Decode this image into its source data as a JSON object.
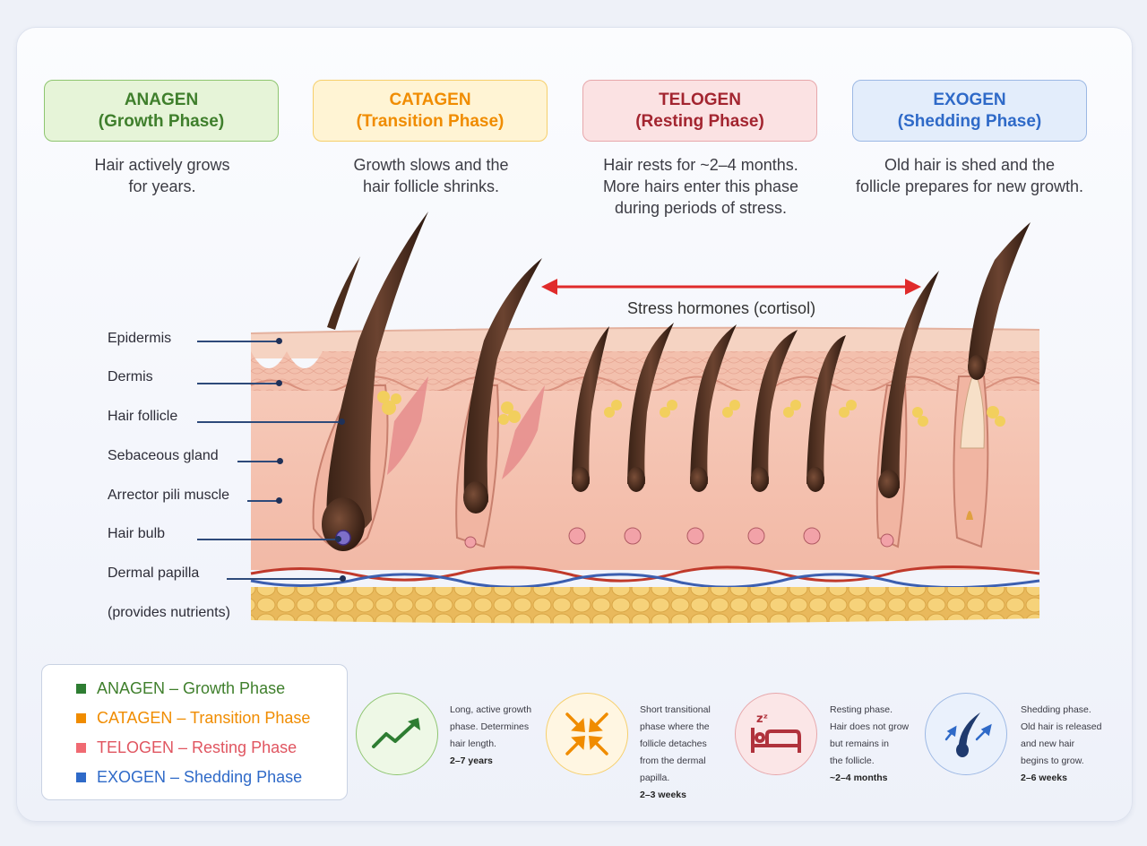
{
  "phases": [
    {
      "name": "ANAGEN",
      "sub": "(Growth Phase)",
      "desc": [
        "Hair actively grows",
        "for years."
      ],
      "color": "#3f7f2c",
      "bg": "#e6f4d8",
      "border": "#8ec56f"
    },
    {
      "name": "CATAGEN",
      "sub": "(Transition Phase)",
      "desc": [
        "Growth slows and the",
        "hair follicle shrinks."
      ],
      "color": "#f08c00",
      "bg": "#fff4d4",
      "border": "#f6cf6b"
    },
    {
      "name": "TELOGEN",
      "sub": "(Resting Phase)",
      "desc": [
        "Hair rests for ~2–4 months.",
        "More hairs enter this phase",
        "during periods of stress."
      ],
      "color": "#a32530",
      "bg": "#fbe2e3",
      "border": "#e7a7ab"
    },
    {
      "name": "EXOGEN",
      "sub": "(Shedding Phase)",
      "desc": [
        "Old hair is shed and the",
        "follicle prepares for new growth."
      ],
      "color": "#2f6ac8",
      "bg": "#e3edfb",
      "border": "#9cb8e4"
    }
  ],
  "anatomy_labels": [
    "Epidermis",
    "Dermis",
    "Hair follicle",
    "Sebaceous gland",
    "Arrector pili muscle",
    "Hair bulb",
    "Dermal papilla",
    "(provides nutrients)"
  ],
  "stress_label": "Stress hormones (cortisol)",
  "legend": [
    {
      "text": "ANAGEN – Growth Phase",
      "color": "#3f7f2c",
      "square": "#2e7d32"
    },
    {
      "text": "CATAGEN – Transition Phase",
      "color": "#f08c00",
      "square": "#f08c00"
    },
    {
      "text": "TELOGEN – Resting Phase",
      "color": "#e05560",
      "square": "#f06a72"
    },
    {
      "text": "EXOGEN – Shedding Phase",
      "color": "#2f6ac8",
      "square": "#2f6ac8"
    }
  ],
  "phase_details": [
    {
      "icon": "trend-up-icon",
      "lines": [
        "Long, active growth",
        "phase. Determines",
        "hair length."
      ],
      "duration": "2–7 years"
    },
    {
      "icon": "arrows-inward-icon",
      "lines": [
        "Short transitional",
        "phase where the",
        "follicle detaches",
        "from the dermal",
        "papilla."
      ],
      "duration": "2–3 weeks"
    },
    {
      "icon": "bed-sleep-icon",
      "lines": [
        "Resting phase.",
        "Hair does not grow",
        "but remains in",
        "the follicle."
      ],
      "duration": "~2–4 months"
    },
    {
      "icon": "hair-shedding-icon",
      "lines": [
        "Shedding phase.",
        "Old hair is released",
        "and new hair",
        "begins to grow."
      ],
      "duration": "2–6 weeks"
    }
  ],
  "icon_zzz": "zᶻ"
}
